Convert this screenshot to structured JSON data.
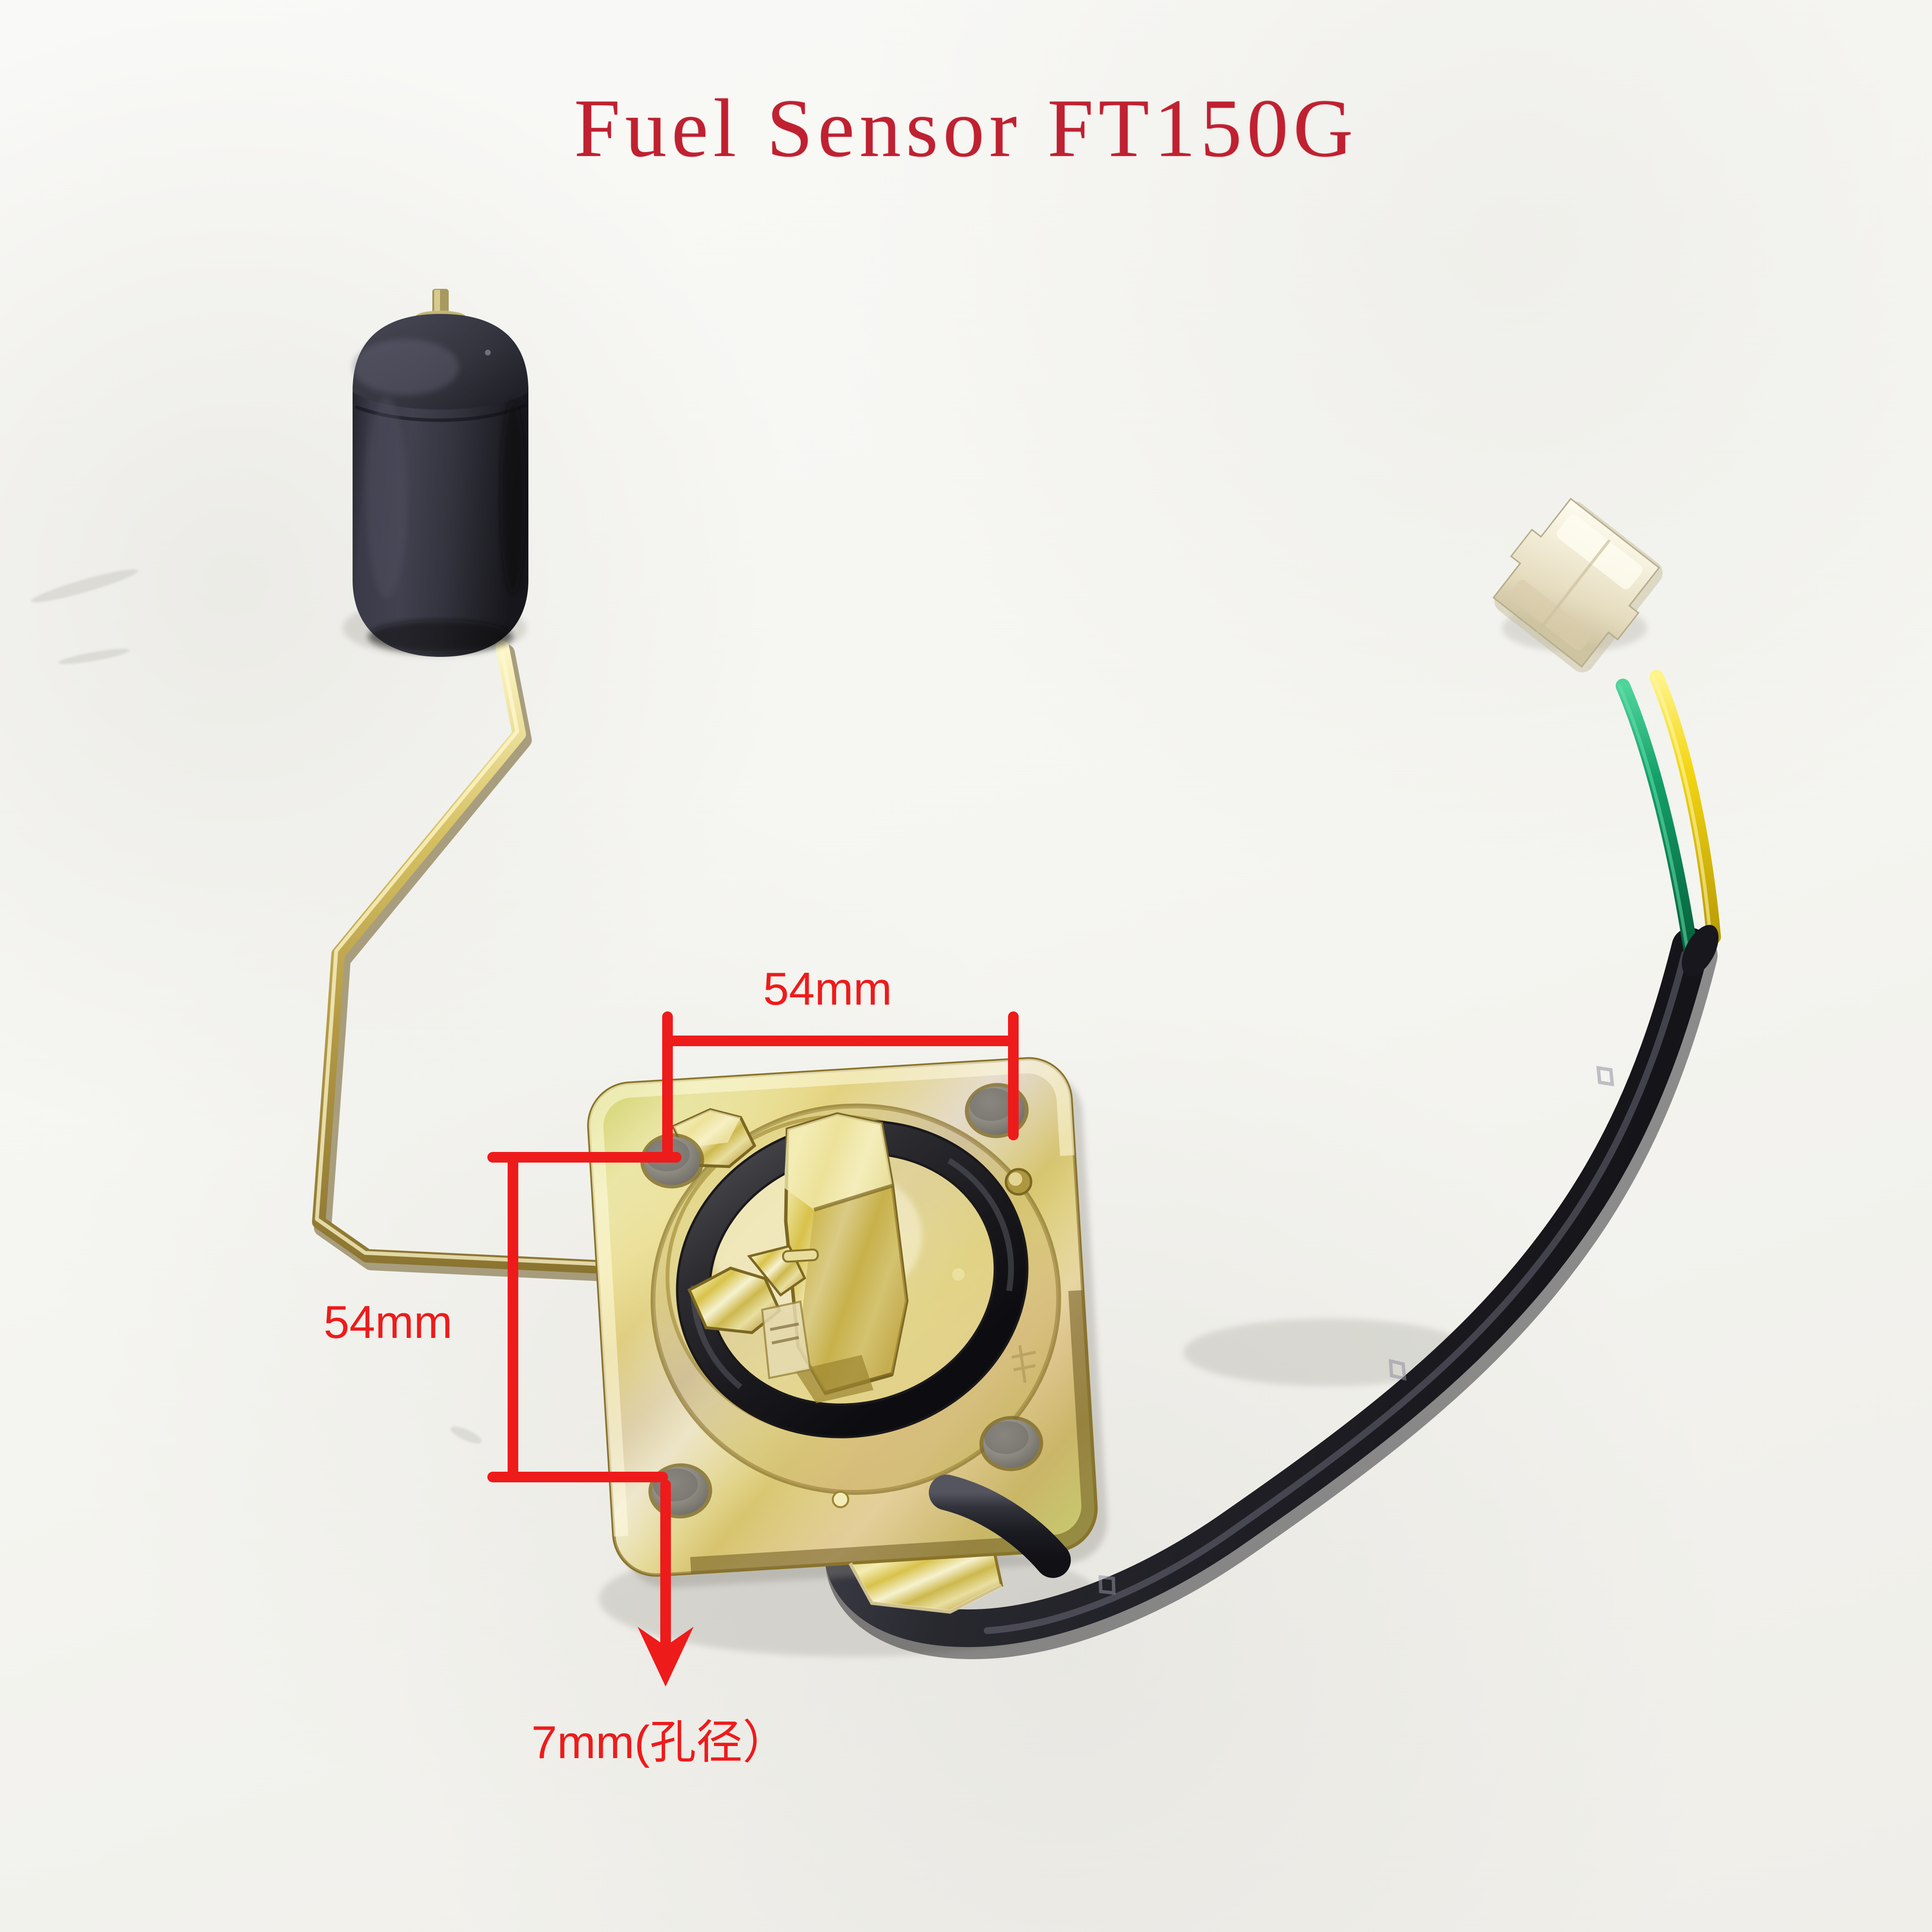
{
  "title": "Fuel Sensor FT150G",
  "colors": {
    "title_red": "#bf2131",
    "annotation_red": "#ee1b1b",
    "background": "#f7f7f5",
    "plate_gold": "#d9c441",
    "float_black": "#2b2b33",
    "cable_black": "#1d1d22",
    "connector_white": "#f2eedd",
    "wire_green": "#149a63",
    "wire_yellow": "#f2d310"
  },
  "annotations": {
    "width_label": "54mm",
    "height_label": "54mm",
    "hole_label": "7mm(孔径）"
  },
  "product": {
    "name": "Fuel Sensor FT150G",
    "parts": [
      {
        "id": "float",
        "label": "float"
      },
      {
        "id": "float-arm",
        "label": "float-arm-wire"
      },
      {
        "id": "mounting-plate",
        "label": "mounting-flange-plate"
      },
      {
        "id": "gasket",
        "label": "rubber-o-ring-gasket"
      },
      {
        "id": "sender-body",
        "label": "sender-mechanism"
      },
      {
        "id": "cable",
        "label": "black-sheathed-cable"
      },
      {
        "id": "connector",
        "label": "two-pin-connector"
      },
      {
        "id": "wire-green",
        "label": "green-wire"
      },
      {
        "id": "wire-yellow",
        "label": "yellow-wire"
      },
      {
        "id": "bolt-holes",
        "label": "mounting-bolt-holes"
      }
    ]
  }
}
